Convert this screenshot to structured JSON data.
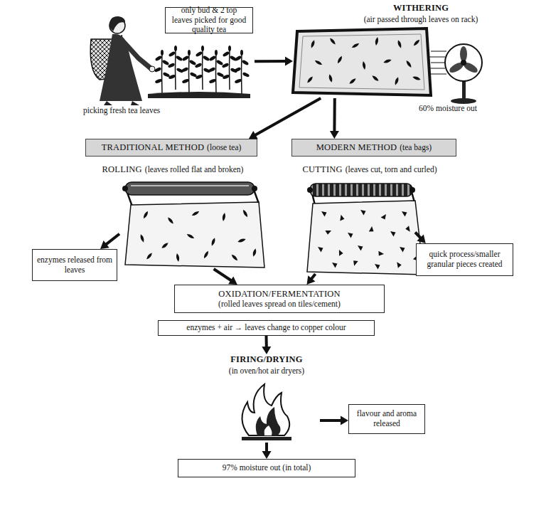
{
  "diagram": {
    "nodes": [
      {
        "text": [
          "picking fresh tea leaves"
        ]
      },
      {
        "text": [
          "only bud & 2 top leaves picked for good quality tea"
        ]
      },
      {
        "text": [
          "WITHERING",
          "(air passed through leaves on rack)"
        ]
      },
      {
        "text": [
          "TRADITIONAL METHOD",
          "(loose tea)"
        ]
      },
      {
        "text": [
          "MODERN METHOD",
          "(tea bags)"
        ]
      },
      {
        "text": [
          "ROLLING",
          "(leaves rolled flat and broken)"
        ]
      },
      {
        "text": [
          "CUTTING",
          "(leaves cut, torn and curled)"
        ]
      },
      {
        "text": [
          "enzymes released from leaves"
        ]
      },
      {
        "text": [
          "quick process/smaller granular pieces created"
        ]
      },
      {
        "text": [
          "OXIDATION/FERMENTATION",
          "(rolled leaves spread on tiles/cement)"
        ]
      },
      {
        "text": [
          "enzymes + air → leaves change to copper colour"
        ]
      },
      {
        "text": [
          "FIRING/DRYING",
          "(in oven/hot air dryers)"
        ]
      },
      {
        "text": [
          "flavour and aroma released"
        ]
      },
      {
        "text": [
          "97% moisture out (in total)"
        ]
      }
    ],
    "edges": [
      {
        "from": 0,
        "to": 2,
        "arrow": "to"
      },
      {
        "from": 2,
        "to": 3,
        "arrow": "to"
      },
      {
        "from": 2,
        "to": 4,
        "arrow": "to"
      },
      {
        "from": 5,
        "to": 7,
        "arrow": "to"
      },
      {
        "from": 6,
        "to": 8,
        "arrow": "to"
      },
      {
        "from": 5,
        "to": 9,
        "arrow": "to"
      },
      {
        "from": 6,
        "to": 9,
        "arrow": "to"
      },
      {
        "from": 10,
        "to": 11,
        "arrow": "to"
      },
      {
        "from": 11,
        "to": 12,
        "arrow": "to"
      },
      {
        "from": 11,
        "to": 13,
        "arrow": "to"
      }
    ],
    "labels": [
      "60% moisture out"
    ]
  }
}
